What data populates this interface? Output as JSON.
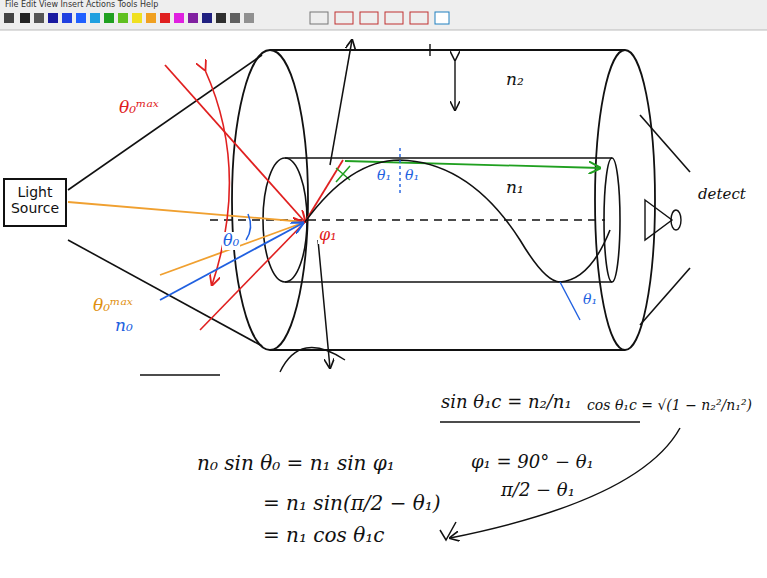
{
  "diagram": {
    "nodes": [
      {
        "text": [
          "Light Source"
        ]
      }
    ],
    "labels": [
      "File Edit View Insert Actions Tools Help",
      "θ₀ᵐᵃˣ",
      "θ₀ᵐᵃˣ",
      "θ₀",
      "n₀",
      "φ₁",
      "θ₁",
      "θ₁",
      "θ₁",
      "n₂",
      "n₁",
      "detect",
      "sin θ₁c = n₂/n₁",
      "cos θ₁c = √(1 − n₂²/n₁²)",
      "n₀ sin θ₀ = n₁ sin φ₁",
      "φ₁ = 90° − θ₁",
      "π/2 − θ₁",
      "= n₁ sin(π/2 − θ₁)",
      "= n₁ cos θ₁c"
    ]
  }
}
